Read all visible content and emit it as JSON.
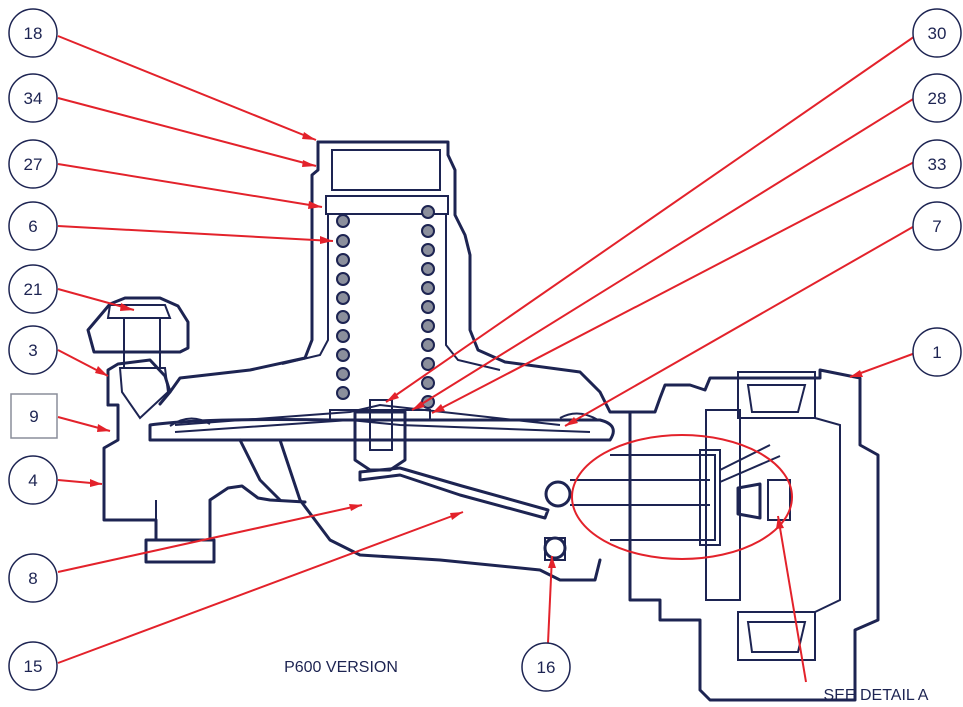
{
  "callouts": [
    {
      "label": "18"
    },
    {
      "label": "34"
    },
    {
      "label": "27"
    },
    {
      "label": "6"
    },
    {
      "label": "21"
    },
    {
      "label": "3"
    },
    {
      "label": "9"
    },
    {
      "label": "4"
    },
    {
      "label": "8"
    },
    {
      "label": "15"
    },
    {
      "label": "16"
    },
    {
      "label": "30"
    },
    {
      "label": "28"
    },
    {
      "label": "33"
    },
    {
      "label": "7"
    },
    {
      "label": "1"
    }
  ],
  "captions": {
    "version": "P600 VERSION",
    "detail_ref": "SEE DETAIL A"
  },
  "colors": {
    "outline": "#1d2452",
    "leader": "#e3222b",
    "coil": "#8b8f9c"
  }
}
